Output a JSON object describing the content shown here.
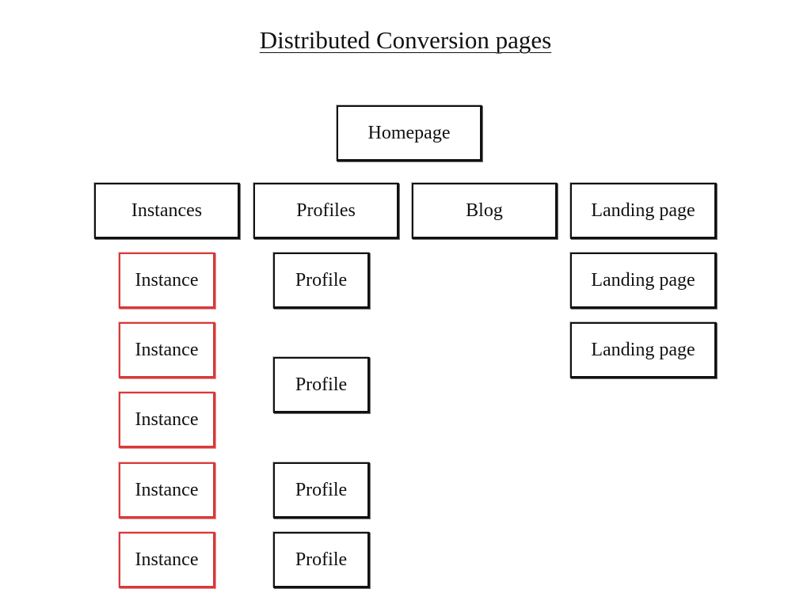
{
  "title": "Distributed Conversion pages",
  "colors": {
    "default_border": "#111111",
    "highlight_border": "#d63a3a"
  },
  "root": {
    "label": "Homepage"
  },
  "sections": [
    {
      "label": "Instances"
    },
    {
      "label": "Profiles"
    },
    {
      "label": "Blog"
    },
    {
      "label": "Landing page"
    }
  ],
  "instances": [
    {
      "label": "Instance",
      "highlighted": true
    },
    {
      "label": "Instance",
      "highlighted": true
    },
    {
      "label": "Instance",
      "highlighted": true
    },
    {
      "label": "Instance",
      "highlighted": true
    },
    {
      "label": "Instance",
      "highlighted": true
    }
  ],
  "profiles": [
    {
      "label": "Profile"
    },
    {
      "label": "Profile"
    },
    {
      "label": "Profile"
    },
    {
      "label": "Profile"
    }
  ],
  "landing_pages": [
    {
      "label": "Landing page"
    },
    {
      "label": "Landing page"
    }
  ]
}
